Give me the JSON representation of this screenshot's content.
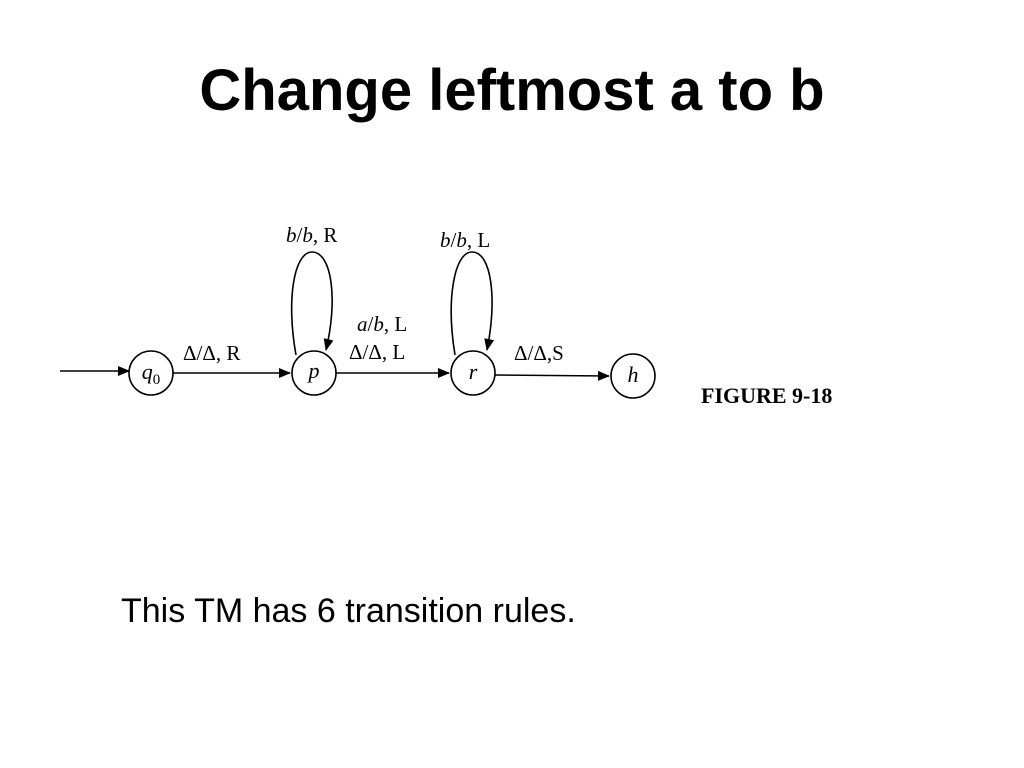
{
  "title": "Change leftmost a to b",
  "figure_caption": "FIGURE 9-18",
  "footnote": "This TM has 6 transition rules.",
  "states": {
    "q0": {
      "base": "q",
      "sub": "0"
    },
    "p": "p",
    "r": "r",
    "h": "h"
  },
  "transitions": {
    "q0_to_p": {
      "read": "Δ",
      "write": "Δ",
      "move": "R"
    },
    "p_loop": {
      "read": "b",
      "write": "b",
      "move": "R"
    },
    "p_to_r_1": {
      "read": "a",
      "write": "b",
      "move": "L"
    },
    "p_to_r_2": {
      "read": "Δ",
      "write": "Δ",
      "move": "L"
    },
    "r_loop": {
      "read": "b",
      "write": "b",
      "move": "L"
    },
    "r_to_h": {
      "read": "Δ",
      "write": "Δ",
      "move": "S"
    }
  }
}
